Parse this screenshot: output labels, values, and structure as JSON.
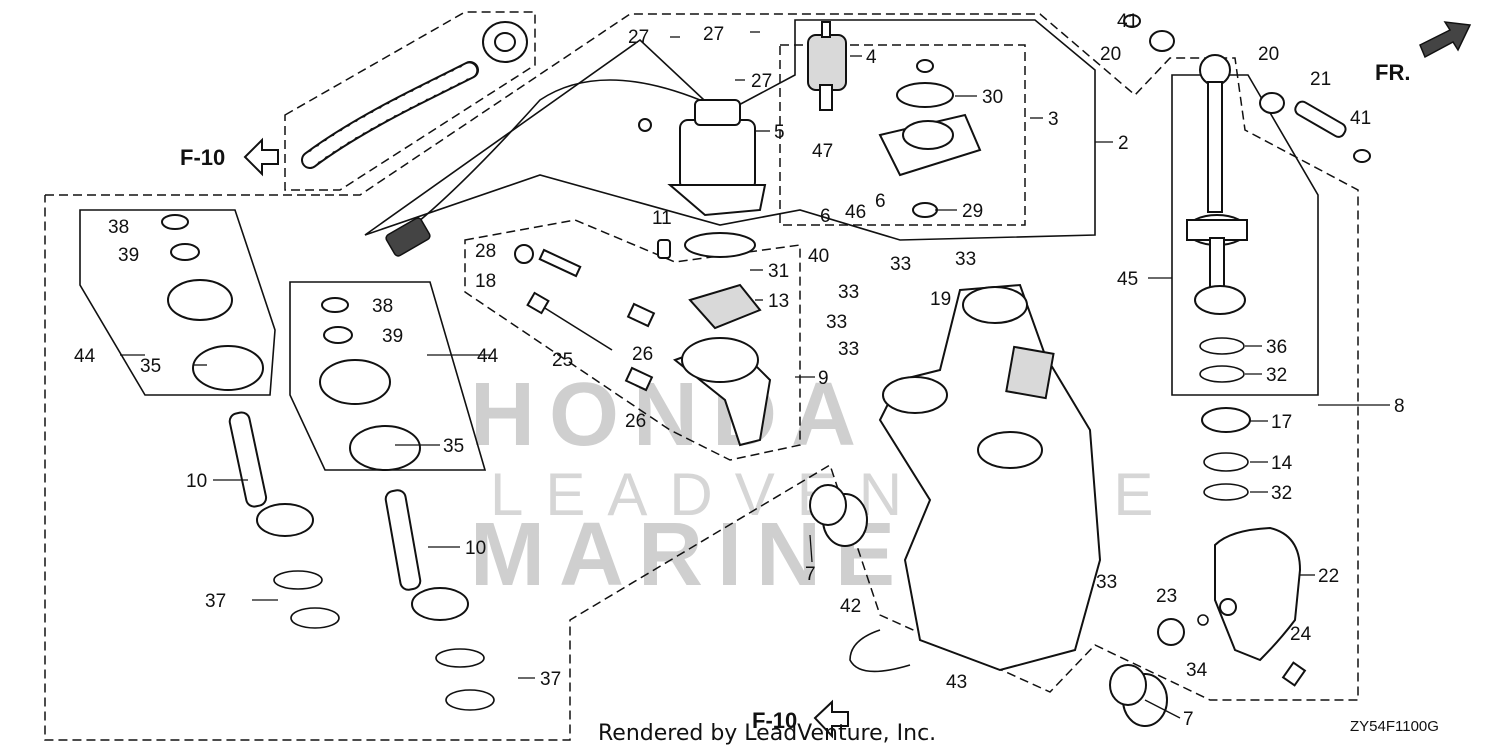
{
  "footer": {
    "rendered_by": "Rendered by LeadVenture, Inc.",
    "diagram_code": "ZY54F1100G"
  },
  "references": {
    "left": "F-10",
    "bottom": "F-10",
    "direction": "FR."
  },
  "watermark": {
    "line1": "HONDA",
    "line2": "LEADVENTURE",
    "line3": "MARINE"
  },
  "callouts": {
    "c2": "2",
    "c3": "3",
    "c4": "4",
    "c5": "5",
    "c6a": "6",
    "c6b": "6",
    "c7a": "7",
    "c7b": "7",
    "c8": "8",
    "c9": "9",
    "c10a": "10",
    "c10b": "10",
    "c11": "11",
    "c13": "13",
    "c14": "14",
    "c17": "17",
    "c18": "18",
    "c19": "19",
    "c20a": "20",
    "c20b": "20",
    "c21": "21",
    "c22": "22",
    "c23": "23",
    "c24": "24",
    "c25": "25",
    "c26a": "26",
    "c26b": "26",
    "c27a": "27",
    "c27b": "27",
    "c27c": "27",
    "c28": "28",
    "c29": "29",
    "c30": "30",
    "c31": "31",
    "c32a": "32",
    "c32b": "32",
    "c33a": "33",
    "c33b": "33",
    "c33c": "33",
    "c33d": "33",
    "c33e": "33",
    "c33f": "33",
    "c34": "34",
    "c35a": "35",
    "c35b": "35",
    "c36": "36",
    "c37a": "37",
    "c37b": "37",
    "c38a": "38",
    "c38b": "38",
    "c39a": "39",
    "c39b": "39",
    "c40": "40",
    "c41a": "41",
    "c41b": "41",
    "c42": "42",
    "c43": "43",
    "c44a": "44",
    "c44b": "44",
    "c45": "45",
    "c46": "46",
    "c47": "47"
  }
}
